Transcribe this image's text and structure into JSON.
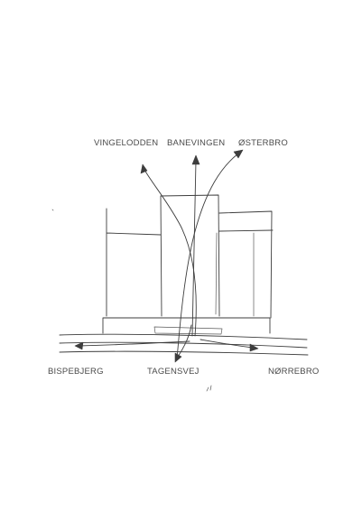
{
  "diagram": {
    "labels": {
      "vingelodden": "VINGELODDEN",
      "banevingen": "BANEVINGEN",
      "osterbro": "ØSTERBRO",
      "bispebjerg": "BISPEBJERG",
      "tagensvej": "TAGENSVEJ",
      "norrebro": "NØRREBRO"
    },
    "ink_color": "#3d3d3d",
    "paper_color": "#ffffff"
  }
}
